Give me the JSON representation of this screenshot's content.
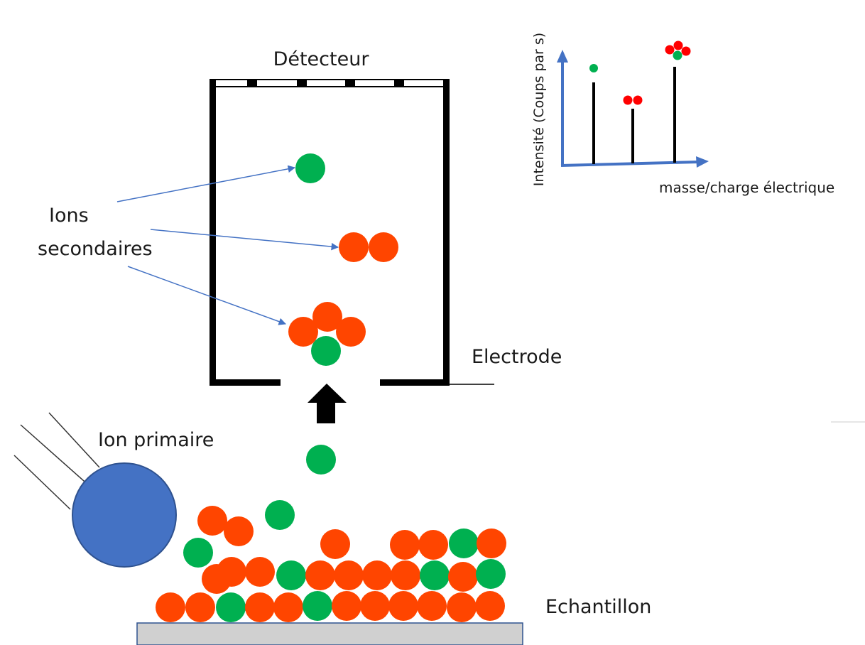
{
  "labels": {
    "detector": "Détecteur",
    "secondary_ions_line1": "Ions",
    "secondary_ions_line2": "secondaires",
    "electrode": "Electrode",
    "primary_ion": "Ion primaire",
    "sample": "Echantillon"
  },
  "spectrum": {
    "ylabel": "Intensité (Coups par s)",
    "xlabel": "masse/charge électrique"
  },
  "colors": {
    "green_particle": "#00b050",
    "orange_particle": "#ff4500",
    "red_particle": "#ff0000",
    "primary_ion": "#4472c4",
    "arrow_blue": "#4472c4",
    "sample_base": "#d0d0d0",
    "frame": "#000000"
  }
}
